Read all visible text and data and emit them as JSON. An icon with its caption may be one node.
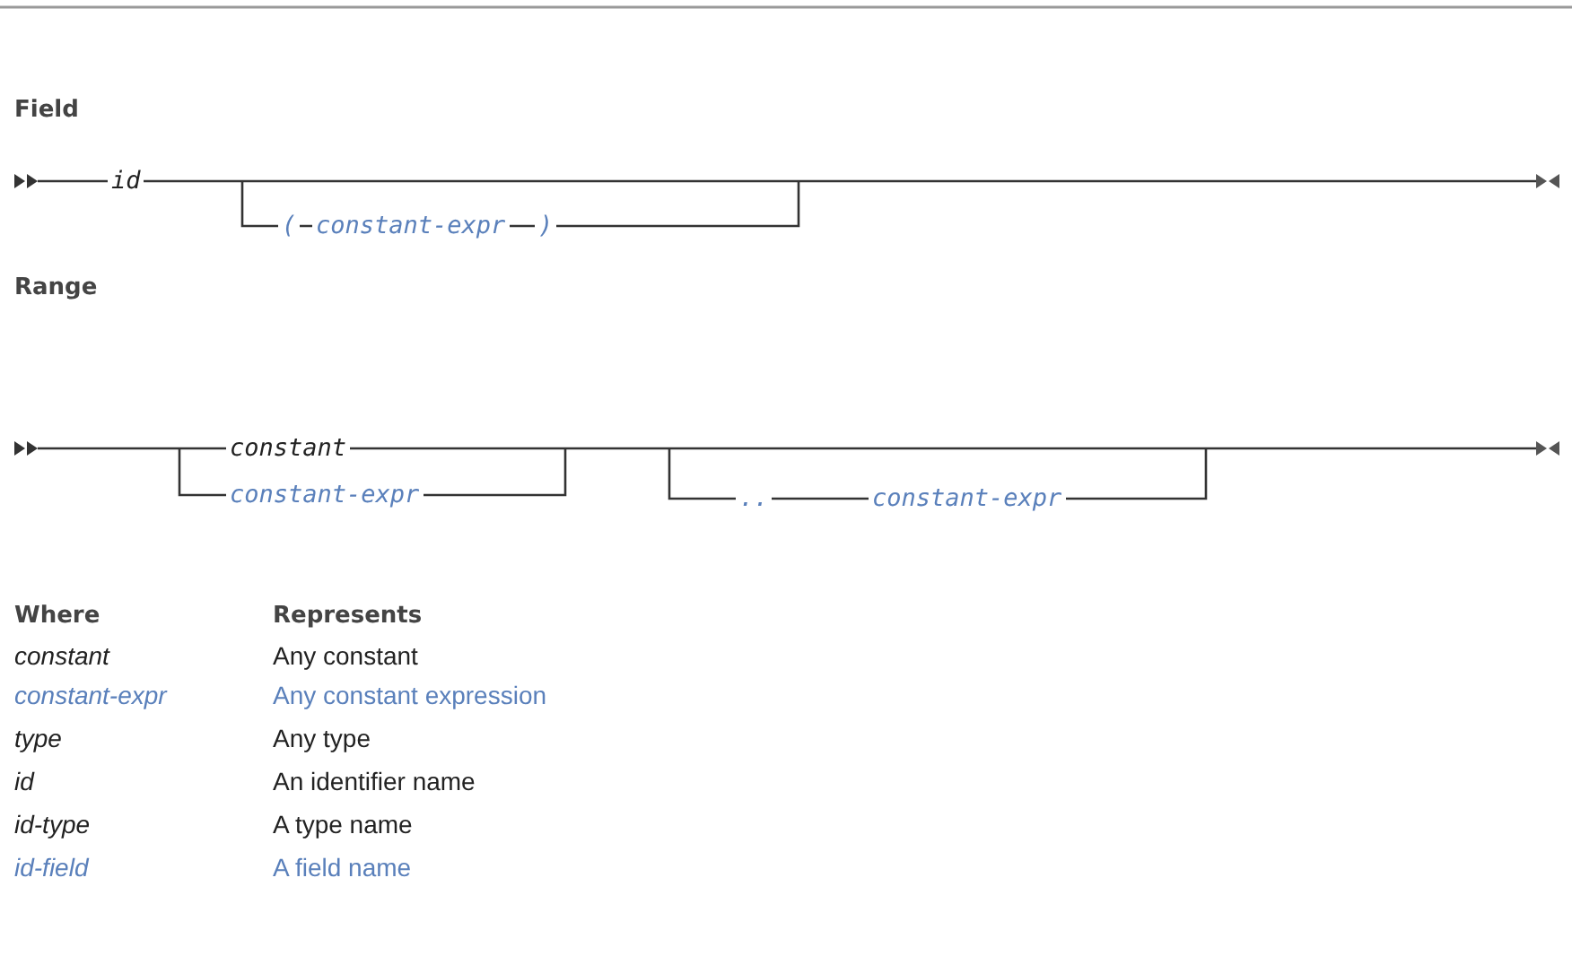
{
  "diagram": {
    "labels": [
      "Field",
      "id",
      "(",
      "constant-expr",
      ")",
      "Range",
      "constant",
      "constant-expr",
      "..",
      "constant-expr",
      "Where",
      "Represents",
      "constant",
      "Any constant",
      "constant-expr",
      "Any constant expression",
      "type",
      "Any type",
      "id",
      "An identifier name",
      "id-type",
      "A type name",
      "id-field",
      "A field name"
    ]
  }
}
